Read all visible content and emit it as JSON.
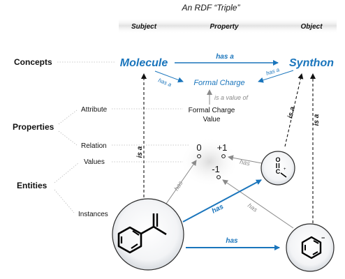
{
  "title": "An RDF “Triple”",
  "columns": {
    "subject": "Subject",
    "property": "Property",
    "object": "Object"
  },
  "row_groups": {
    "concepts": "Concepts",
    "properties": "Properties",
    "entities": "Entities"
  },
  "row_sub": {
    "attribute": "Attribute",
    "relation": "Relation",
    "values": "Values",
    "instances": "Instances"
  },
  "nodes": {
    "molecule": "Molecule",
    "synthon": "Synthon",
    "formal_charge_concept": "Formal Charge",
    "formal_charge_value_line1": "Formal Charge",
    "formal_charge_value_line2": "Value",
    "charge_0": "0",
    "charge_plus1": "+1",
    "charge_minus1": "-1"
  },
  "edges": {
    "has_a": "has a",
    "is_a_value_of": "is a value of",
    "is_a": "is a",
    "has": "has"
  },
  "colors": {
    "blue": "#1a75bc",
    "gray": "#8a8a8a",
    "black": "#111111",
    "header_band": "#e6e6e6"
  }
}
